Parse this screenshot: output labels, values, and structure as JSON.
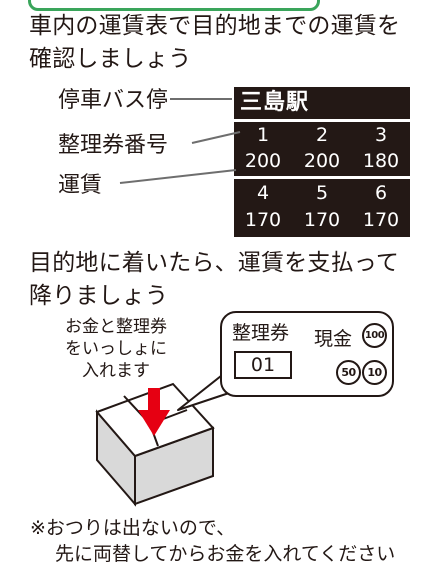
{
  "heading": {
    "line1": "車内の運賃表で目的地までの運賃を",
    "line2": "確認しましょう",
    "line3": "目的地に着いたら、運賃を支払って",
    "line4": "降りましょう"
  },
  "labels": {
    "bus_stop": "停車バス停",
    "ticket_number": "整理券番号",
    "fare": "運賃"
  },
  "fare_board": {
    "station": "三島駅",
    "rows": [
      {
        "numbers": [
          "1",
          "2",
          "3"
        ],
        "fares": [
          "200",
          "200",
          "180"
        ]
      },
      {
        "numbers": [
          "4",
          "5",
          "6"
        ],
        "fares": [
          "170",
          "170",
          "170"
        ]
      }
    ]
  },
  "fare_box": {
    "instruction_lines": [
      "お金と整理券",
      "をいっしょに",
      "入れます"
    ],
    "ticket_label": "整理券",
    "ticket_value": "01",
    "cash_label": "現金",
    "coins": [
      "100",
      "50",
      "10"
    ]
  },
  "footnote": {
    "line1": "※おつりは出ないので、",
    "line2": "先に両替してからお金を入れてください"
  },
  "colors": {
    "text": "#231815",
    "board_bg": "#231815",
    "tab_border": "#3aa55b",
    "arrow": "#e60012",
    "box_gray": "#d9d9d9"
  }
}
